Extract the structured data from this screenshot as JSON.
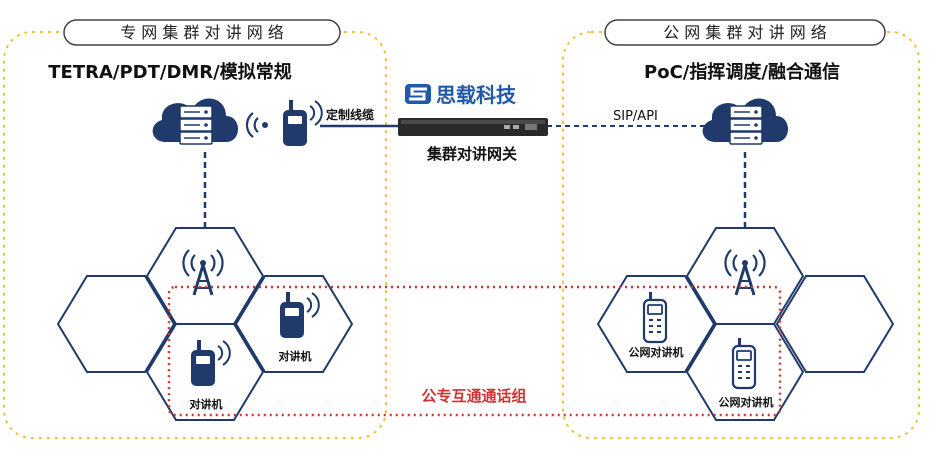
{
  "private_network": {
    "label": "专 网 集 群 对 讲 网 络",
    "subtitle": "TETRA/PDT/DMR/模拟常规",
    "cable_label": "定制线缆",
    "radio_label_1": "对讲机",
    "radio_label_2": "对讲机"
  },
  "brand": {
    "name": "思载科技"
  },
  "gateway": {
    "label": "集群对讲网关"
  },
  "public_network": {
    "label": "公 网 集 群 对 讲 网 络",
    "subtitle": "PoC/指挥调度/融合通信",
    "link_label": "SIP/API",
    "device_label_1": "公网对讲机",
    "device_label_2": "公网对讲机"
  },
  "talkgroup": {
    "label": "公专互通通话组"
  },
  "colors": {
    "navy": "#1f3a6b",
    "dashed_border": "#f0c040",
    "talkgroup": "#d23232",
    "brand_blue": "#1e5aa8"
  }
}
